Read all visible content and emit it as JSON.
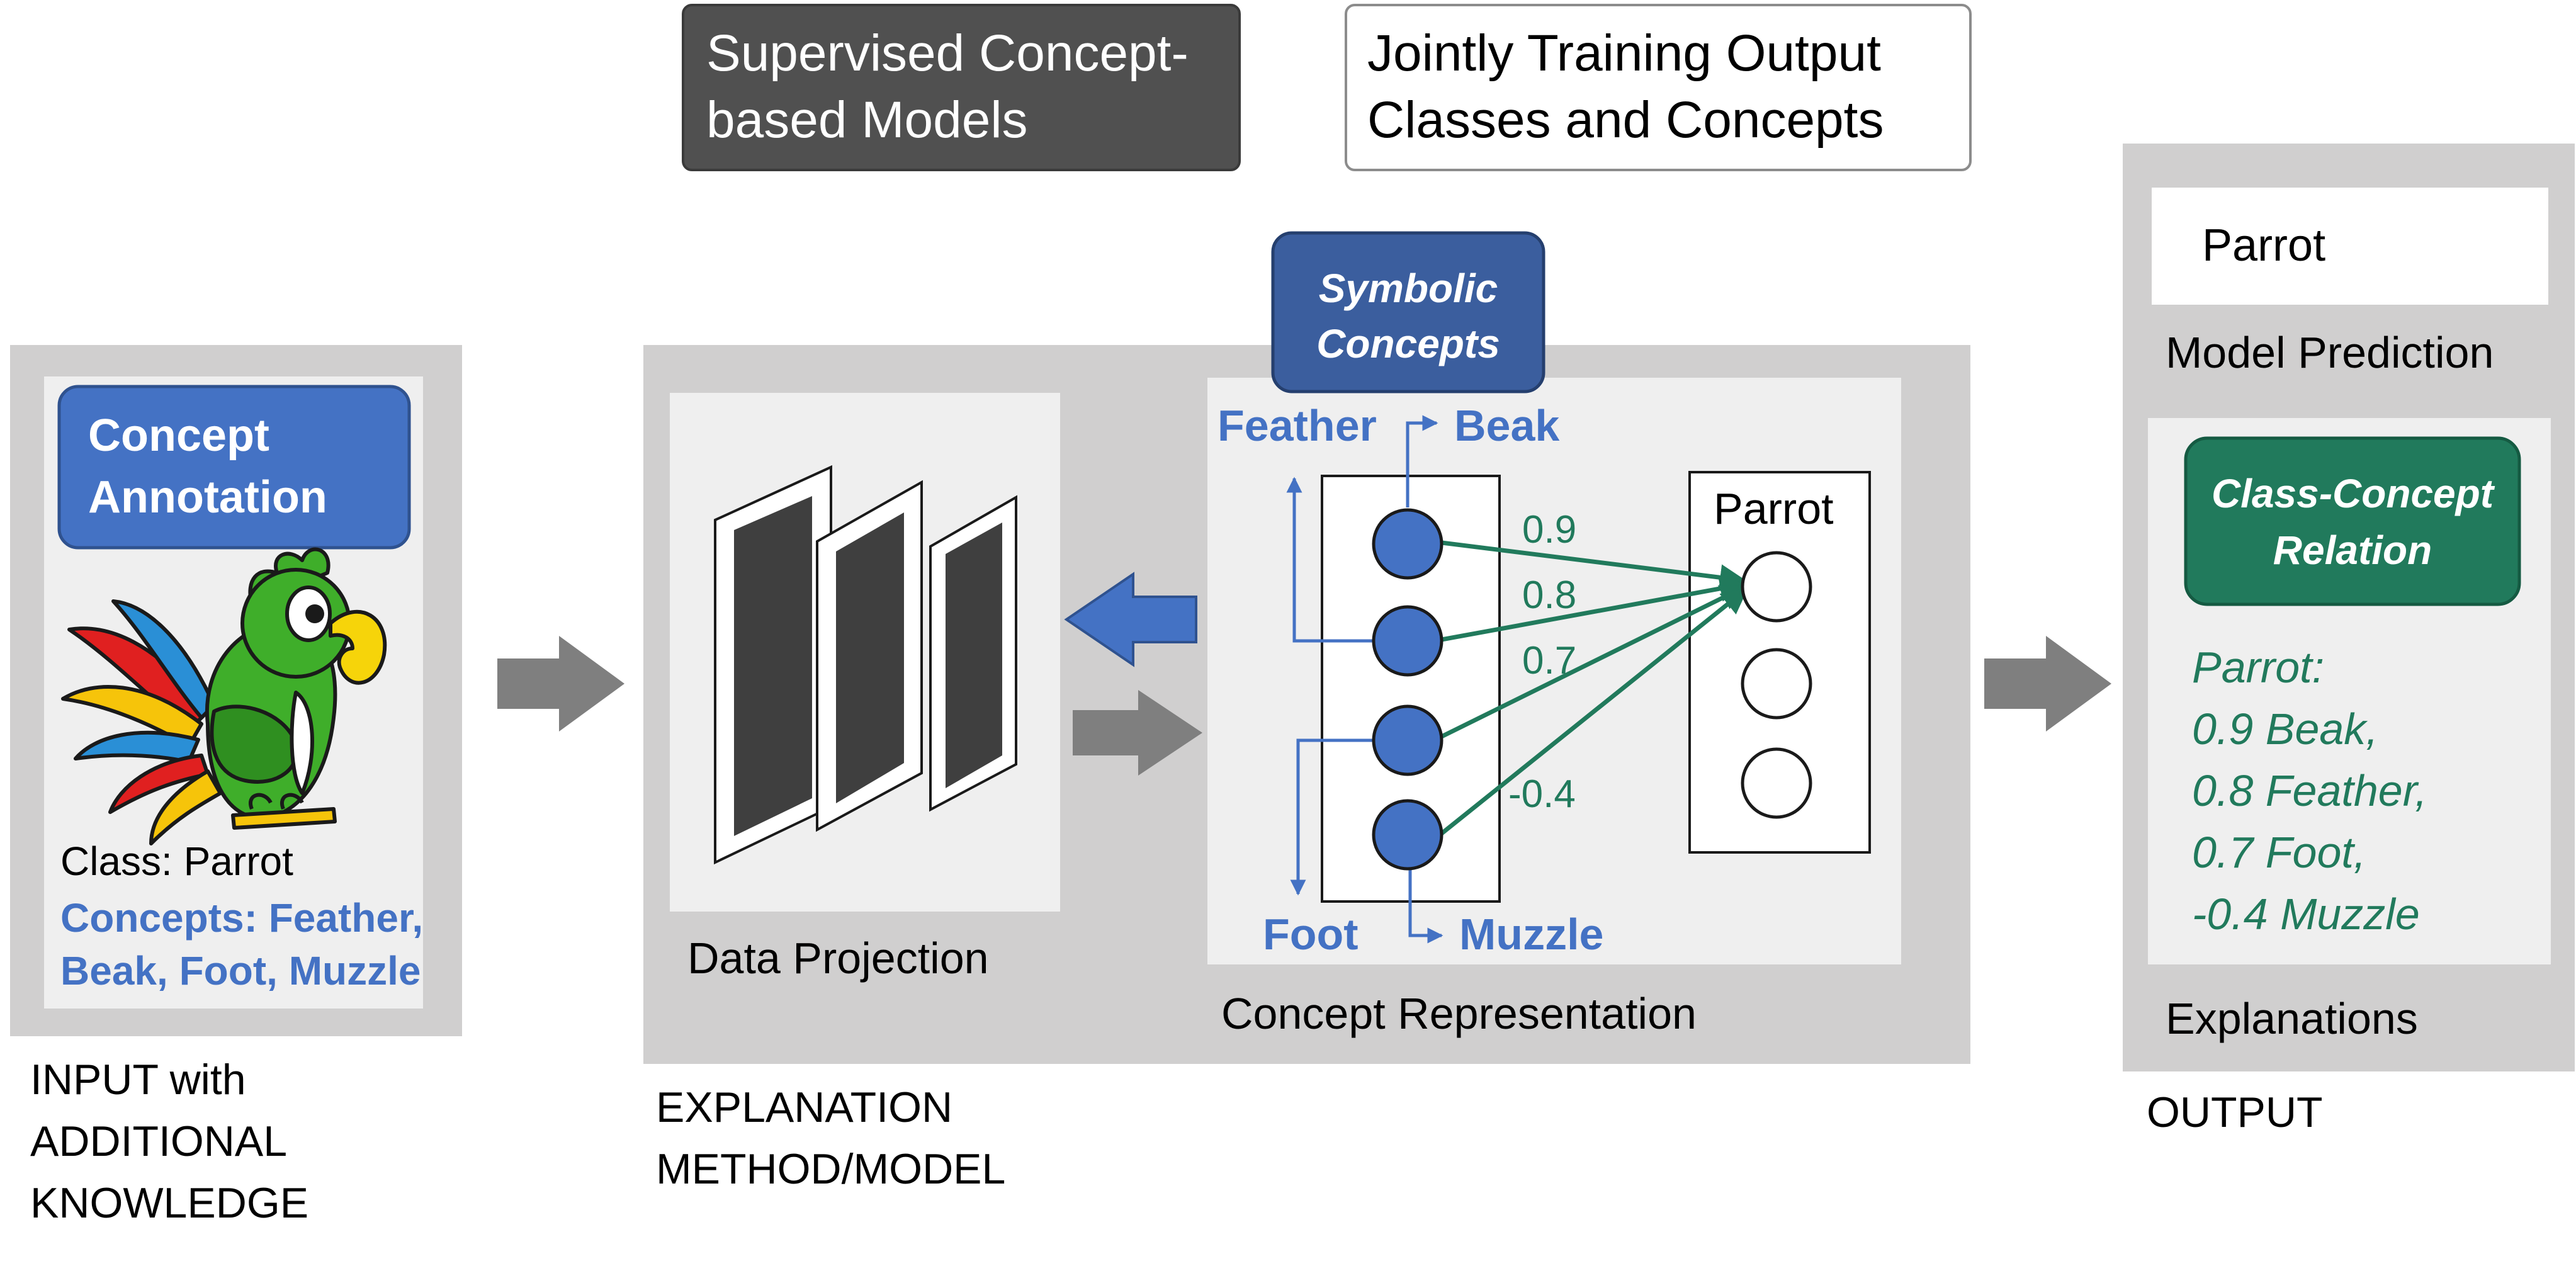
{
  "header": {
    "supervised_line1": "Supervised Concept-",
    "supervised_line2": "based Models",
    "joint_line1": "Jointly Training Output",
    "joint_line2": "Classes and Concepts"
  },
  "input_panel": {
    "annotation_line1": "Concept",
    "annotation_line2": "Annotation",
    "class_label": "Class: Parrot",
    "concepts_line1": "Concepts: Feather,",
    "concepts_line2": "Beak, Foot, Muzzle",
    "caption_line1": "INPUT with",
    "caption_line2": "ADDITIONAL",
    "caption_line3": "KNOWLEDGE"
  },
  "method_panel": {
    "symbolic_line1": "Symbolic",
    "symbolic_line2": "Concepts",
    "data_projection": "Data Projection",
    "concept_representation": "Concept Representation",
    "concepts": {
      "feather": "Feather",
      "beak": "Beak",
      "foot": "Foot",
      "muzzle": "Muzzle"
    },
    "output_class": "Parrot",
    "weights": [
      "0.9",
      "0.8",
      "0.7",
      "-0.4"
    ],
    "caption_line1": "EXPLANATION",
    "caption_line2": "METHOD/MODEL"
  },
  "output_panel": {
    "prediction": "Parrot",
    "prediction_label": "Model Prediction",
    "relation_line1": "Class-Concept",
    "relation_line2": "Relation",
    "explanation_lines": [
      "Parrot:",
      "0.9 Beak,",
      "0.8 Feather,",
      "0.7 Foot,",
      "-0.4 Muzzle"
    ],
    "explanations_label": "Explanations",
    "caption": "OUTPUT"
  },
  "colors": {
    "panel_gray": "#d0cfcf",
    "inner_gray": "#efefef",
    "concept_blue": "#4472c4",
    "dark_blue": "#3b5e9e",
    "green": "#217a5c",
    "dark_box": "#505050",
    "arrow_gray": "#7f7f7f",
    "film_dark": "#3f3f3f"
  }
}
